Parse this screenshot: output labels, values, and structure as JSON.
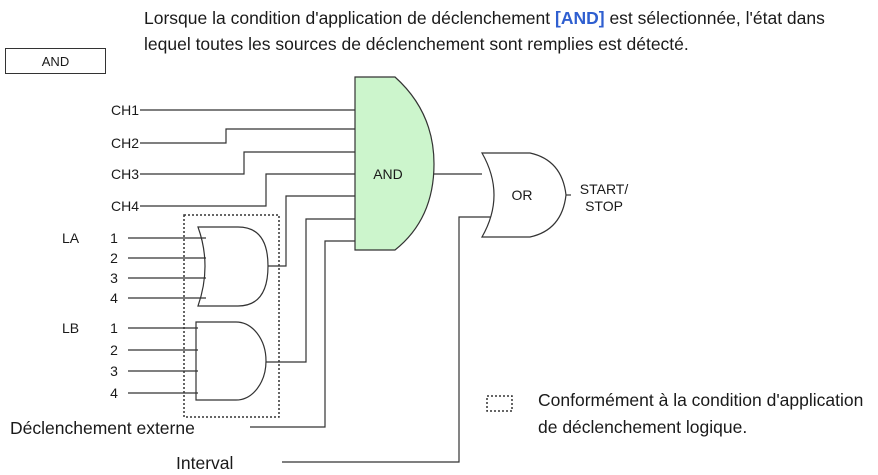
{
  "mode_label": "AND",
  "intro": {
    "before": "Lorsque la condition d'application de déclenchement ",
    "keyword": "[AND]",
    "after": " est sélectionnée, l'état dans lequel toutes les sources de déclenchement sont remplies est détecté."
  },
  "inputs": {
    "ch1": "CH1",
    "ch2": "CH2",
    "ch3": "CH3",
    "ch4": "CH4",
    "la": "LA",
    "lb": "LB",
    "la_nums": [
      "1",
      "2",
      "3",
      "4"
    ],
    "lb_nums": [
      "1",
      "2",
      "3",
      "4"
    ],
    "external": "Déclenchement externe",
    "interval": "Interval"
  },
  "gates": {
    "and_gate": "AND",
    "or_gate": "OR",
    "output_line1": "START/",
    "output_line2": "STOP"
  },
  "legend": "Conformément à la condition d'application de déclenchement logique.",
  "colors": {
    "and_fill": "#ccf5cc",
    "keyword": "#2f5fd0"
  }
}
